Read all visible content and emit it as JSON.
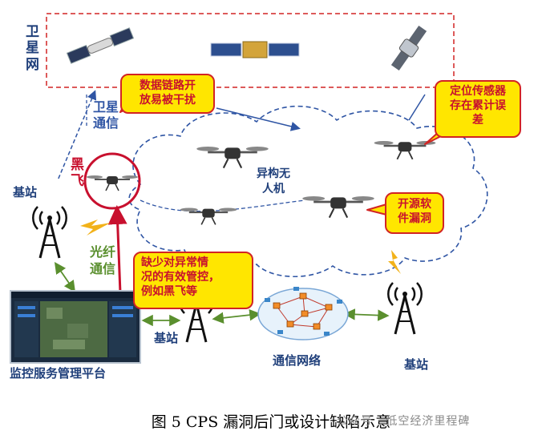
{
  "labels": {
    "satellite_net": "卫星网",
    "satellite_comm": "卫星通信",
    "hijack": "黑飞",
    "base_station_left": "基站",
    "fiber_comm": "光纤通信",
    "heterogeneous_uav": "异构无人机",
    "base_station_mid": "基站",
    "comm_network": "通信网络",
    "base_station_right": "基站",
    "platform": "监控服务管理平台"
  },
  "callouts": {
    "data_link": [
      "数据链路开",
      "放易被干扰"
    ],
    "sensor": [
      "定位传感器",
      "存在累计误",
      "差"
    ],
    "software": [
      "开源软",
      "件漏洞"
    ],
    "control": [
      "缺少对异常情",
      "况的有效管控，",
      "例如黑飞等"
    ]
  },
  "caption": "图 5 CPS 漏洞后门或设计缺陷示意",
  "watermark": "公众号 · 低空经济里程碑",
  "colors": {
    "blue": "#2f55a4",
    "green": "#5a8f2e",
    "red": "#c8102e",
    "callout_fill": "#ffe600",
    "callout_border": "#d22424",
    "cloud_stroke": "#2f55a4"
  },
  "icons": {
    "satellites": [
      "space-station-icon",
      "satellite-icon",
      "probe-satellite-icon"
    ],
    "drones": [
      "hexacopter-drone-icon",
      "quadcopter-drone-icon",
      "folding-drone-icon",
      "hijacked-drone-icon"
    ],
    "towers": [
      "radio-tower-icon"
    ],
    "lightning": [
      "lightning-icon"
    ]
  }
}
